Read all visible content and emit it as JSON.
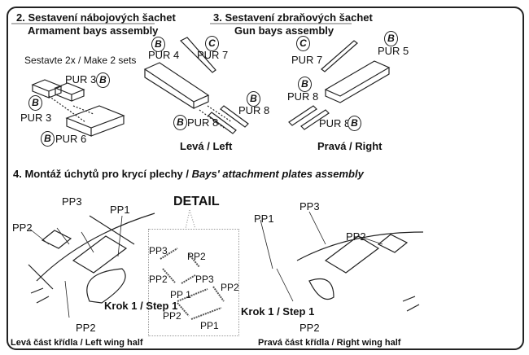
{
  "section2": {
    "title_cz": "2. Sestavení nábojových šachet",
    "title_en": "Armament bays assembly",
    "note": "Sestavte 2x / Make 2 sets",
    "labels": [
      "PUR 3",
      "PUR 3",
      "PUR 6"
    ]
  },
  "section3": {
    "title_cz": "3. Sestavení zbraňových šachet",
    "title_en": "Gun bays assembly",
    "left": {
      "caption": "Levá / Left",
      "labels": [
        "PUR 4",
        "PUR 7",
        "PUR 8",
        "PUR 8"
      ]
    },
    "right": {
      "caption": "Pravá / Right",
      "labels": [
        "PUR 7",
        "PUR 5",
        "PUR 8",
        "PUR 8"
      ]
    }
  },
  "section4": {
    "title_cz": "4. Montáž úchytů pro krycí plechy / ",
    "title_en": "Bays' attachment plates assembly",
    "detail_label": "DETAIL",
    "left": {
      "caption": "Levá část křídla / Left wing half",
      "step": "Krok 1 / Step 1",
      "labels": [
        "PP3",
        "PP1",
        "PP2",
        "PP2"
      ]
    },
    "detail": {
      "labels": [
        "PP3",
        "PP2",
        "PP2",
        "PP3",
        "PP2",
        "PP 1",
        "PP2",
        "PP1"
      ]
    },
    "right": {
      "caption": "Pravá část křídla / Right wing half",
      "step": "Krok 1 / Step 1",
      "labels": [
        "PP1",
        "PP3",
        "PP2",
        "PP2"
      ]
    }
  },
  "markers": {
    "B": "B",
    "C": "C"
  }
}
